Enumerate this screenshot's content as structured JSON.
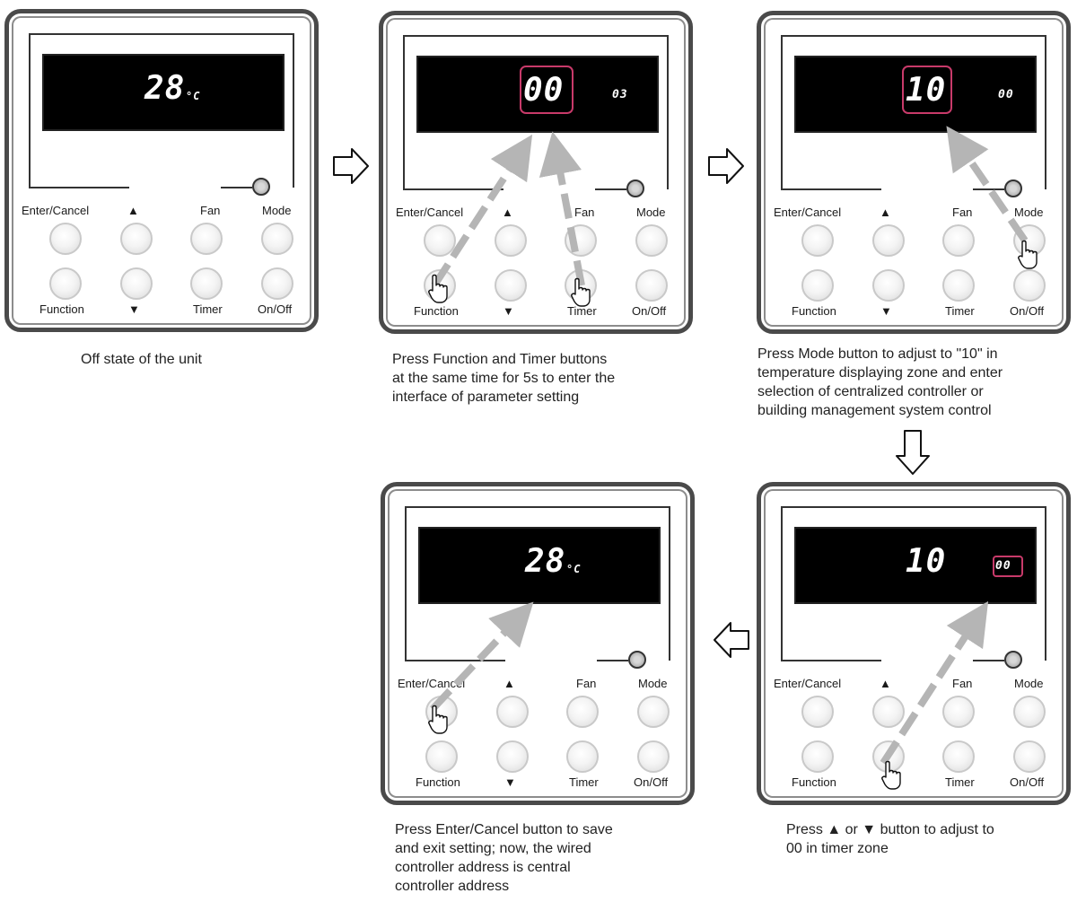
{
  "panel_labels": {
    "enter_cancel": "Enter/Cancel",
    "up": "▲",
    "fan": "Fan",
    "mode": "Mode",
    "function": "Function",
    "down": "▼",
    "timer": "Timer",
    "on_off": "On/Off"
  },
  "panels": [
    {
      "id": "p1",
      "temp": "28",
      "unit": "°C",
      "timer": ""
    },
    {
      "id": "p2",
      "temp": "00",
      "unit": "",
      "timer": "03"
    },
    {
      "id": "p3",
      "temp": "10",
      "unit": "",
      "timer": "00"
    },
    {
      "id": "p4",
      "temp": "10",
      "unit": "",
      "timer": "00"
    },
    {
      "id": "p5",
      "temp": "28",
      "unit": "°C",
      "timer": ""
    }
  ],
  "captions": {
    "c1": [
      "Off state of the unit"
    ],
    "c2": [
      "Press Function and Timer buttons",
      "at the same time for 5s to enter the",
      "interface of parameter setting"
    ],
    "c3": [
      "Press Mode button to adjust to \"10\" in",
      "temperature displaying zone and enter",
      "selection of centralized controller or",
      "building management system control"
    ],
    "c4": [
      "Press ▲ or ▼ button to adjust to",
      "00 in timer zone"
    ],
    "c5": [
      "Press Enter/Cancel button to save",
      "and exit setting; now, the wired",
      "controller address is central",
      "controller address"
    ]
  },
  "colors": {
    "highlight": "#c83a6a",
    "arrow": "#b5b5b5",
    "screen": "#000000"
  },
  "icons": [
    "hand-pointer-icon",
    "flow-arrow-icon"
  ]
}
